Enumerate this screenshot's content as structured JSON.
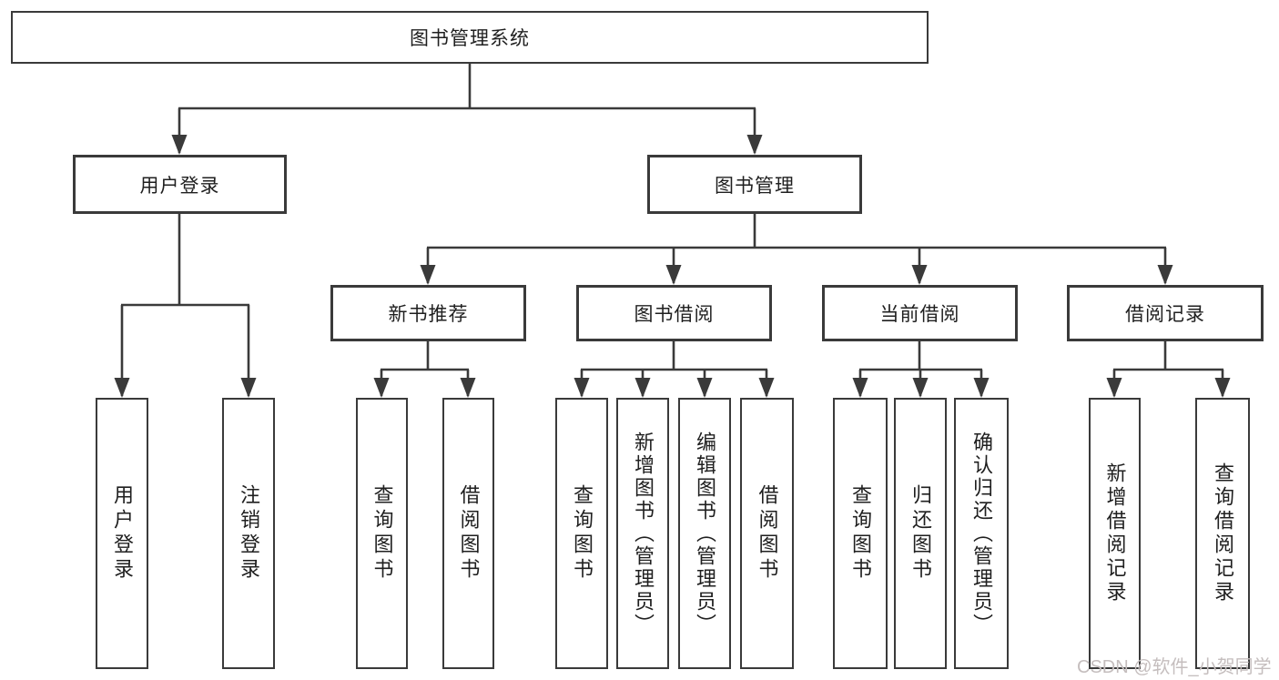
{
  "diagram": {
    "root": {
      "label": "图书管理系统"
    },
    "branches": [
      {
        "label": "用户登录",
        "children": [
          {
            "label": "用户登录"
          },
          {
            "label": "注销登录"
          }
        ]
      },
      {
        "label": "图书管理",
        "children": [
          {
            "label": "新书推荐",
            "children": [
              {
                "label": "查询图书"
              },
              {
                "label": "借阅图书"
              }
            ]
          },
          {
            "label": "图书借阅",
            "children": [
              {
                "label": "查询图书"
              },
              {
                "label": "新增图书（管理员）"
              },
              {
                "label": "编辑图书（管理员）"
              },
              {
                "label": "借阅图书"
              }
            ]
          },
          {
            "label": "当前借阅",
            "children": [
              {
                "label": "查询图书"
              },
              {
                "label": "归还图书"
              },
              {
                "label": "确认归还（管理员）"
              }
            ]
          },
          {
            "label": "借阅记录",
            "children": [
              {
                "label": "新增借阅记录"
              },
              {
                "label": "查询借阅记录"
              }
            ]
          }
        ]
      }
    ],
    "watermark": "CSDN @软件_小贺同学",
    "colors": {
      "line": "#3a3a3a",
      "text": "#1f1f1f",
      "background": "#ffffff",
      "watermark": "#c5bebe"
    }
  }
}
